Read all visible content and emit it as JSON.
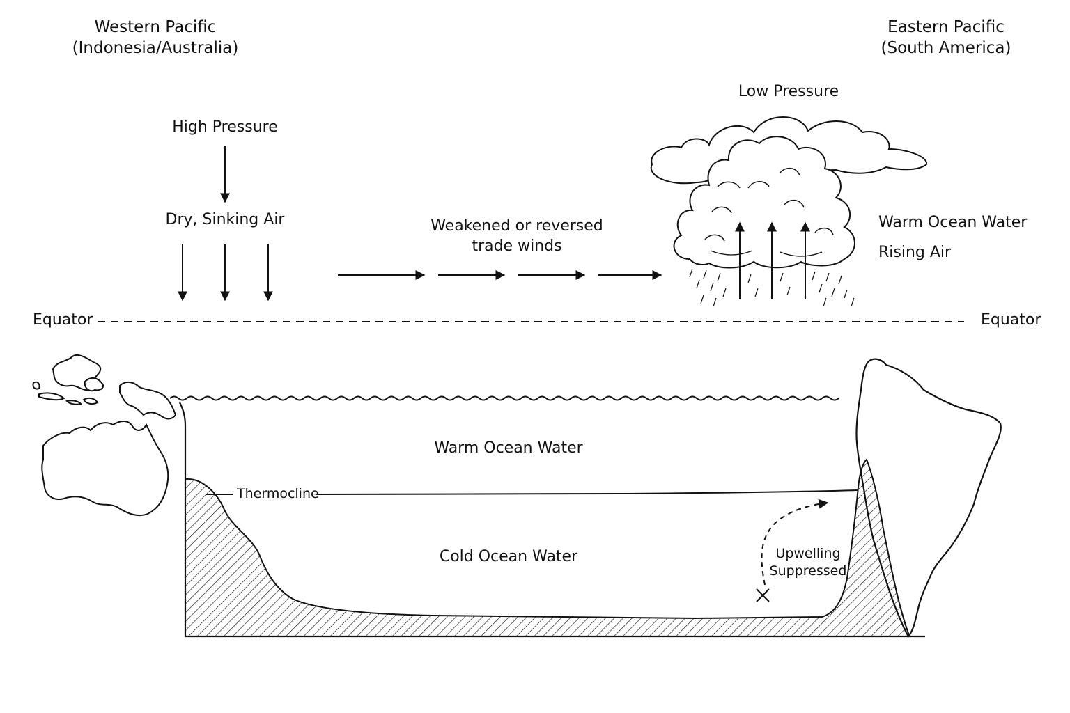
{
  "header": {
    "west_region": "Western Pacific",
    "west_sub": "(Indonesia/Australia)",
    "east_region": "Eastern Pacific",
    "east_sub": "(South America)"
  },
  "atmosphere": {
    "high_pressure": "High Pressure",
    "sinking_air": "Dry, Sinking Air",
    "low_pressure": "Low Pressure",
    "trade_winds_line1": "Weakened or reversed",
    "trade_winds_line2": "trade winds",
    "warm_water_label": "Warm Ocean Water",
    "rising_air": "Rising Air"
  },
  "equator": {
    "left_label": "Equator",
    "right_label": "Equator"
  },
  "ocean": {
    "warm_layer": "Warm Ocean Water",
    "thermocline": "Thermocline",
    "cold_layer": "Cold Ocean Water",
    "upwelling_line1": "Upwelling",
    "upwelling_line2": "Suppressed"
  },
  "colors": {
    "ink": "#111111",
    "background": "#ffffff"
  }
}
